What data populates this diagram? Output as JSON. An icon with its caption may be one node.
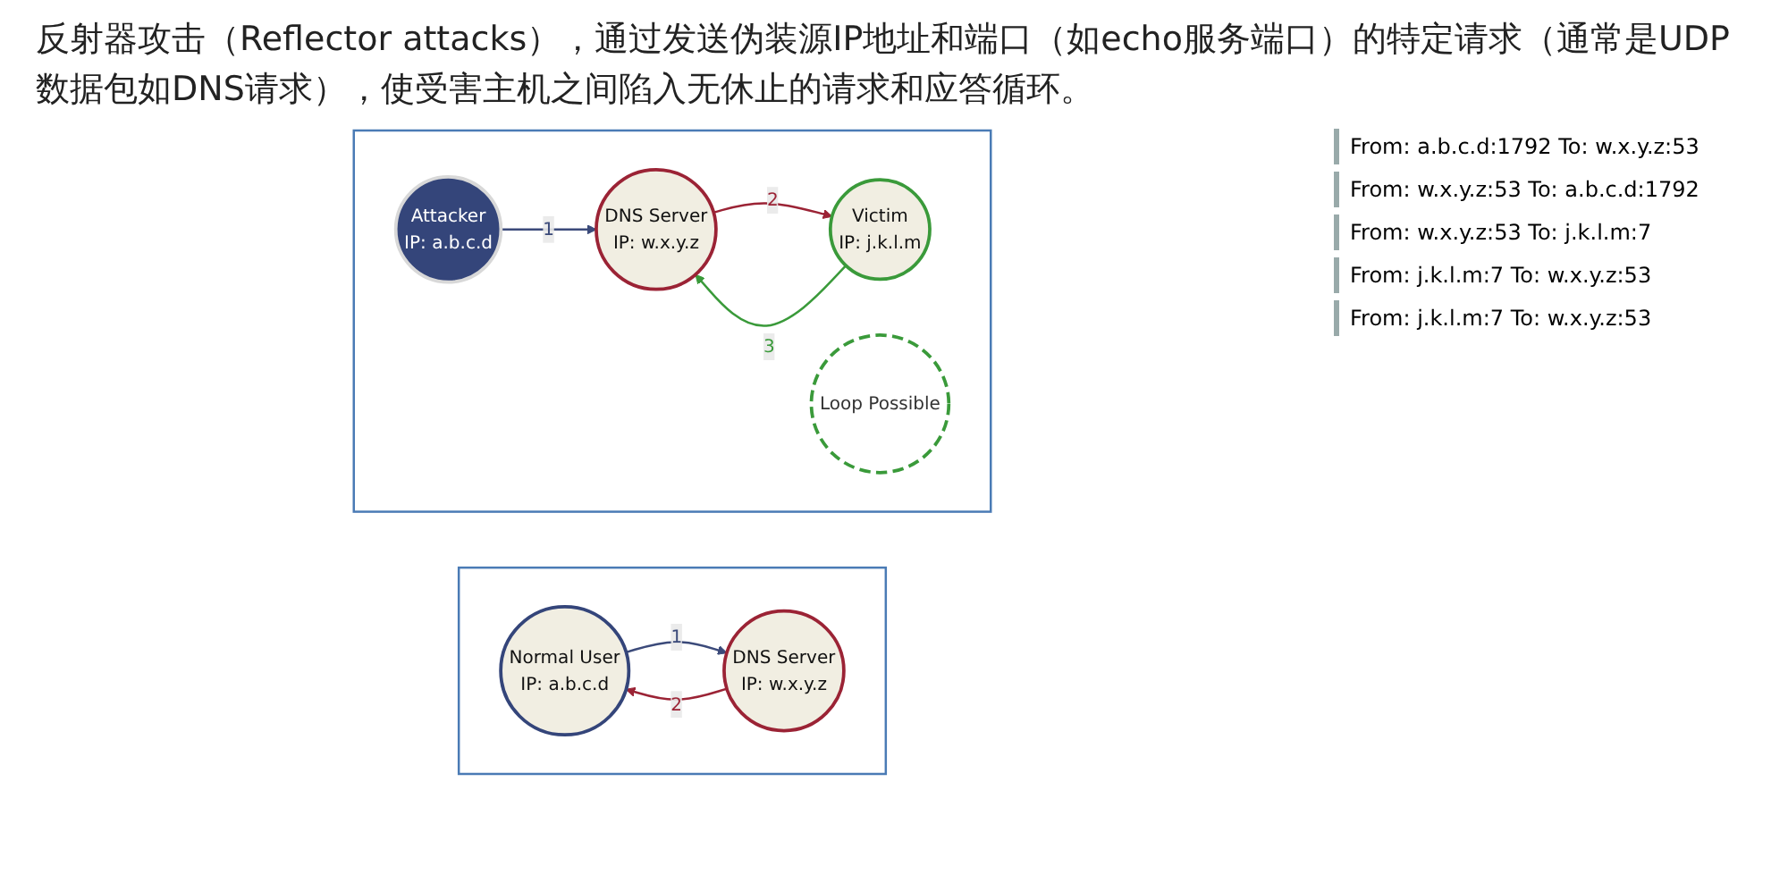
{
  "diagram": {
    "nodes": [
      {
        "text": [],
        "shape": "box"
      },
      {
        "text": [
          "Normal User",
          "IP: a.b.c.d"
        ],
        "in": 0
      },
      {
        "text": [
          "DNS Server",
          "IP: w.x.y.z"
        ],
        "in": 0
      },
      {
        "text": [],
        "shape": "box"
      },
      {
        "text": [
          "Attacker",
          "IP: a.b.c.d"
        ],
        "in": 3
      },
      {
        "text": [
          "DNS Server",
          "IP: w.x.y.z"
        ],
        "in": 3
      },
      {
        "text": [
          "Loop Possible"
        ],
        "in": 3
      },
      {
        "text": [
          "Victim",
          "IP: j.k.l.m"
        ],
        "in": 3
      }
    ],
    "edges": [
      {
        "from": 1,
        "to": 2,
        "arrow": "to",
        "label": "1",
        "color": "#3b4a7a"
      },
      {
        "from": 2,
        "to": 1,
        "arrow": "to",
        "label": "2",
        "color": "#9b2335"
      },
      {
        "from": 4,
        "to": 5,
        "arrow": "to",
        "label": "1",
        "color": "#3b4a7a"
      },
      {
        "from": 5,
        "to": 7,
        "arrow": "to",
        "label": "2",
        "color": "#9b2335"
      },
      {
        "from": 7,
        "to": 5,
        "arrow": "to",
        "label": "3",
        "color": "#3a9a3a"
      }
    ],
    "labels": [
      "反射器攻击（Reflector attacks），通过发送伪装源IP地址和端口（如echo服务端口）的特定请求（通常是UDP数据包如DNS请求），使受害主机之间陷入无休止的请求和应答循环。",
      "From: a.b.c.d:1792 To: w.x.y.z:53",
      "From: w.x.y.z:53 To: a.b.c.d:1792",
      "From: w.x.y.z:53 To: j.k.l.m:7",
      "From: j.k.l.m:7 To: w.x.y.z:53",
      "From: j.k.l.m:7 To: w.x.y.z:53"
    ]
  }
}
